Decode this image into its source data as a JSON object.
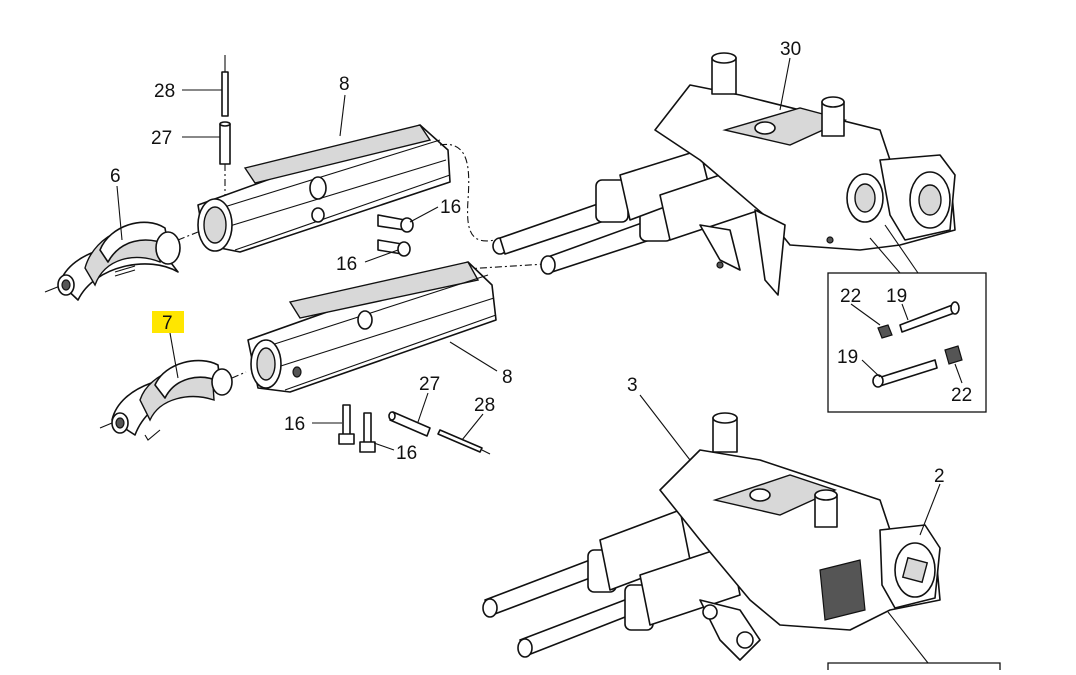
{
  "labels": {
    "l28_top": "28",
    "l27_top": "27",
    "l8_top": "8",
    "l6": "6",
    "l16_a": "16",
    "l16_b": "16",
    "l30": "30",
    "l22_a": "22",
    "l19_a": "19",
    "l19_b": "19",
    "l22_b": "22",
    "l7": "7",
    "l8_mid": "8",
    "l27_low": "27",
    "l28_low": "28",
    "l16_c": "16",
    "l16_d": "16",
    "l3": "3",
    "l2": "2"
  },
  "highlight_color": "#ffe600"
}
